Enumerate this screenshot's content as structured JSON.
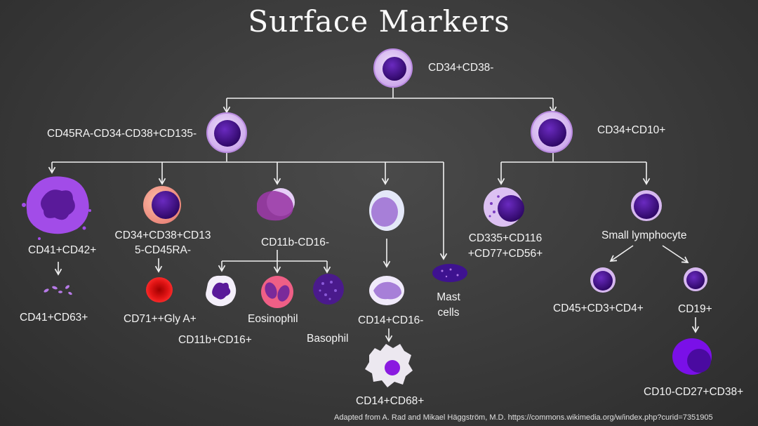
{
  "title": "Surface Markers",
  "root": {
    "label": "CD34+CD38-"
  },
  "left_branch": {
    "label": "CD45RA-CD34-CD38+CD135-"
  },
  "right_branch": {
    "label": "CD34+CD10+"
  },
  "megakaryocyte": {
    "label": "CD41+CD42+",
    "platelets_label": "CD41+CD63+"
  },
  "erythroid": {
    "label_line1": "CD34+CD38+CD13",
    "label_line2": "5-CD45RA-",
    "rbc_label": "CD71++Gly A+"
  },
  "granulocyte": {
    "label": "CD11b-CD16-",
    "neutrophil_label": "CD11b+CD16+",
    "eosinophil_label": "Eosinophil",
    "basophil_label": "Basophil"
  },
  "monocyte": {
    "label": "CD14+CD16-",
    "macrophage_label": "CD14+CD68+"
  },
  "mast": {
    "label_line1": "Mast",
    "label_line2": "cells"
  },
  "nk": {
    "label_line1": "CD335+CD116",
    "label_line2": "+CD77+CD56+"
  },
  "lymphocyte": {
    "label": "Small lymphocyte",
    "t_cell_label": "CD45+CD3+CD4+",
    "b_cell_label": "CD19+",
    "plasma_label": "CD10-CD27+CD38+"
  },
  "credit": "Adapted from A. Rad and Mikael Häggström, M.D. https://commons.wikimedia.org/w/index.php?curid=7351905",
  "colors": {
    "background": "#3a3a3a",
    "line": "#f0f0f0",
    "nucleus": "#3b0a7a",
    "cell_lilac": "#d7b8f0",
    "megakaryocyte": "#a24ce8",
    "erythroblast": "#f09a84",
    "rbc": "#e01010",
    "eosinophil": "#ef5f86",
    "basophil": "#4a1a8c"
  }
}
